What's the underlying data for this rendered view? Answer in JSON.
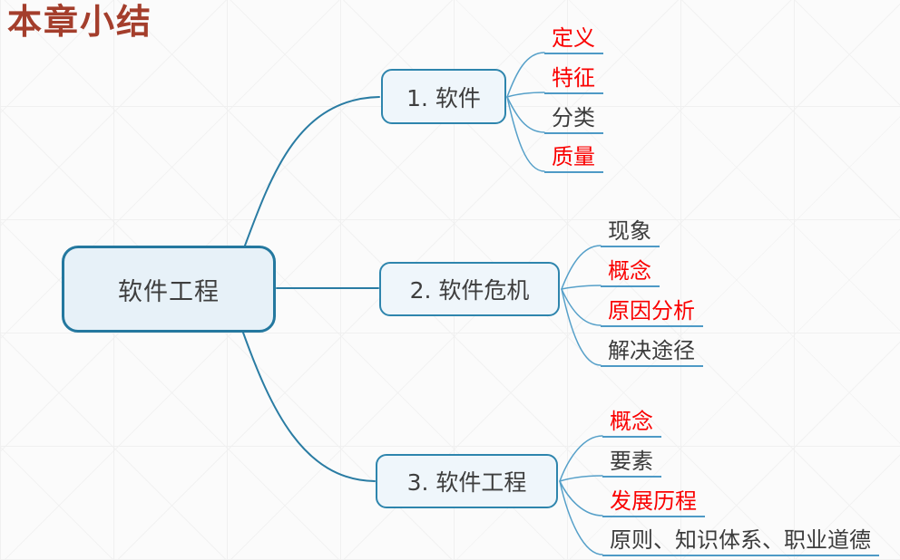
{
  "title": {
    "text": "本章小结"
  },
  "root": {
    "label": "软件工程"
  },
  "branches": [
    {
      "label": "1. 软件",
      "leaves": [
        {
          "label": "定义",
          "color": "#fa0000"
        },
        {
          "label": "特征",
          "color": "#fa0000"
        },
        {
          "label": "分类",
          "color": "#3c3c3c"
        },
        {
          "label": "质量",
          "color": "#fa0000"
        }
      ]
    },
    {
      "label": "2. 软件危机",
      "leaves": [
        {
          "label": "现象",
          "color": "#3c3c3c"
        },
        {
          "label": "概念",
          "color": "#fa0000"
        },
        {
          "label": "原因分析",
          "color": "#fa0000"
        },
        {
          "label": "解决途径",
          "color": "#3c3c3c"
        }
      ]
    },
    {
      "label": "3. 软件工程",
      "leaves": [
        {
          "label": "概念",
          "color": "#fa0000"
        },
        {
          "label": "要素",
          "color": "#3c3c3c"
        },
        {
          "label": "发展历程",
          "color": "#fa0000"
        },
        {
          "label": "原则、知识体系、职业道德",
          "color": "#3c3c3c"
        }
      ]
    }
  ],
  "colors": {
    "title": "#a43e2c",
    "emphasis_red": "#fa0000",
    "text_dark": "#3c3c3c",
    "root_border": "#24789f",
    "branch_border": "#2e85ad",
    "root_fill": "#e7f1f8",
    "branch_fill": "#eff6fb",
    "connector": "#2a7ca3",
    "leaf_line": "#56a0c9"
  }
}
